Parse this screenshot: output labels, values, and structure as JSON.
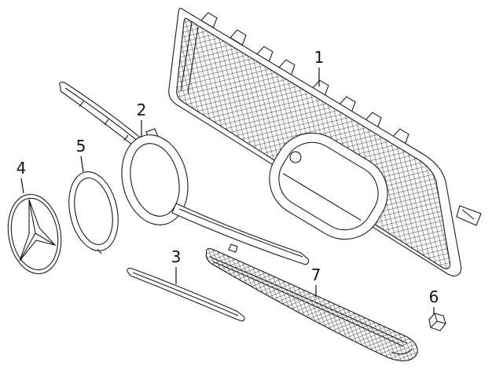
{
  "diagram": {
    "background_color": "#ffffff",
    "line_color": "#1c1c1c",
    "mesh_color": "#4a4a4a",
    "callouts": [
      {
        "label": "1"
      },
      {
        "label": "2"
      },
      {
        "label": "3"
      },
      {
        "label": "4"
      },
      {
        "label": "5"
      },
      {
        "label": "6"
      },
      {
        "label": "7"
      }
    ]
  }
}
